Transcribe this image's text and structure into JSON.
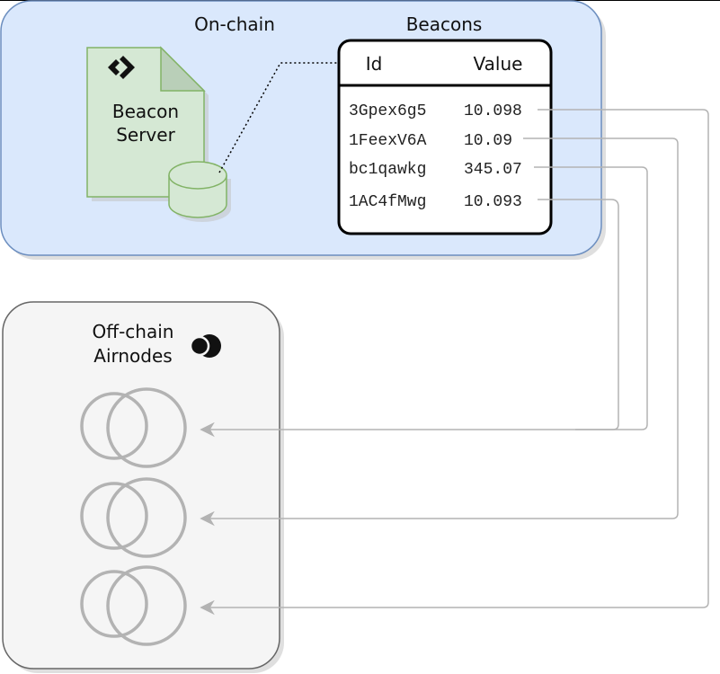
{
  "onchain": {
    "title": "On-chain",
    "beacon_server": {
      "line1": "Beacon",
      "line2": "Server",
      "logo_icon": "api3-diamond-logo",
      "db_icon": "database-cylinder-icon"
    }
  },
  "beacons": {
    "title": "Beacons",
    "headers": {
      "id": "Id",
      "value": "Value"
    },
    "rows": [
      {
        "id": "3Gpex6g5",
        "value": "10.098"
      },
      {
        "id": "1FeexV6A",
        "value": "10.09"
      },
      {
        "id": "bc1qawkg",
        "value": "345.07"
      },
      {
        "id": "1AC4fMwg",
        "value": "10.093"
      }
    ]
  },
  "offchain": {
    "line1": "Off-chain",
    "line2": "Airnodes",
    "logo_icon": "airnode-logo",
    "airnode_icon": "airnode-circles-icon"
  },
  "colors": {
    "onchain_fill": "#dae8fc",
    "onchain_stroke": "#6c8ebf",
    "offchain_fill": "#f5f5f5",
    "offchain_stroke": "#666666",
    "server_fill": "#d5e8d4",
    "server_stroke": "#82b366",
    "connector": "#b3b3b3",
    "airnode_circle": "#b3b3b3"
  }
}
